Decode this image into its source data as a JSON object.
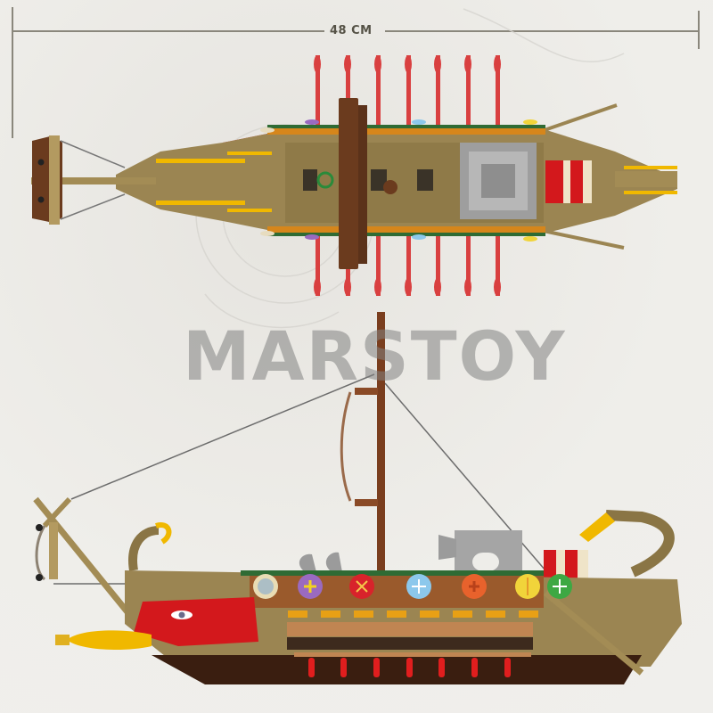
{
  "dimension": {
    "label": "48 CM",
    "line_color": "#8a877c"
  },
  "watermark": {
    "text": "MARSTOY"
  },
  "product": {
    "subject": "brick-built ancient galley (bireme) model",
    "views": [
      "top view",
      "side view"
    ]
  },
  "colors": {
    "background": "#eeede9",
    "hull_tan": "#9b8552",
    "hull_dark_tan": "#7a6a3f",
    "deck_tan": "#8f7a48",
    "red": "#d3181c",
    "gold": "#f0b800",
    "brown": "#6b3b1e",
    "grey": "#a5a5a5",
    "green_trim": "#2f6b34",
    "orange_trim": "#d6861b"
  },
  "shields": [
    {
      "name": "blue-cream-quartered",
      "color": "#e9dcb4",
      "accent": "#6f9fd6"
    },
    {
      "name": "purple-yellow-cross",
      "color": "#9a6ac0",
      "accent": "#f1d321"
    },
    {
      "name": "red-cream",
      "color": "#d8232b",
      "accent": "#f4c64a"
    },
    {
      "name": "light-blue-cross",
      "color": "#8cc8ec",
      "accent": "#ffffff"
    },
    {
      "name": "orange-cross",
      "color": "#e8622c",
      "accent": "#b8411a"
    },
    {
      "name": "yellow-orange",
      "color": "#f1d43a",
      "accent": "#e69a2a"
    },
    {
      "name": "green-cross",
      "color": "#3ea843",
      "accent": "#ffffff"
    }
  ],
  "oars_top_count": 7,
  "oars_side_count": 7
}
